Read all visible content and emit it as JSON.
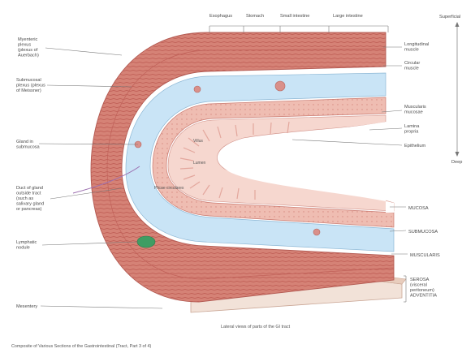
{
  "segments": [
    "Esophagus",
    "Stomach",
    "Small intestine",
    "Large intestine"
  ],
  "directions": {
    "top": "Superficial",
    "bottom": "Deep"
  },
  "left_labels": [
    [
      "Myenteric",
      "plexus",
      "(plexus of",
      "Auerbach)"
    ],
    [
      "Submucosal",
      "plexus (plexus",
      "of Meissner)"
    ],
    [
      "Gland in",
      "submucosa"
    ],
    [
      "Duct of gland",
      "outside tract",
      "(such as",
      "salivary gland",
      "or pancreas)"
    ],
    [
      "Lymphatic",
      "nodule"
    ],
    [
      "Mesentery"
    ]
  ],
  "right_labels": [
    [
      "Longitudinal",
      "muscle"
    ],
    [
      "Circular",
      "muscle"
    ],
    [
      "Muscularis",
      "mucosae"
    ],
    [
      "Lamina",
      "propria"
    ],
    [
      "Epithelium"
    ]
  ],
  "layer_labels": [
    "MUCOSA",
    "SUBMUCOSA",
    "MUSCULARIS"
  ],
  "serosa_label": [
    "SEROSA",
    "(visceral",
    "peritoneum)",
    "ADVENTITIA"
  ],
  "inner_labels": [
    "Villus",
    "Lumen",
    "Plicae circulares"
  ],
  "caption": "Lateral views of parts of the GI tract",
  "footnote": "Composite of Various Sections of the Gastrointestinal (Tract, Part 3 of 4)",
  "colors": {
    "muscle": "#d07a70",
    "muscle_dark": "#b9574f",
    "submucosa": "#c8e4f7",
    "mucosa": "#f0c2b8",
    "lumen": "#ffffff",
    "serosa": "#f3e4da",
    "serosa_edge": "#cfae9c",
    "lymph": "#3f9d63"
  }
}
